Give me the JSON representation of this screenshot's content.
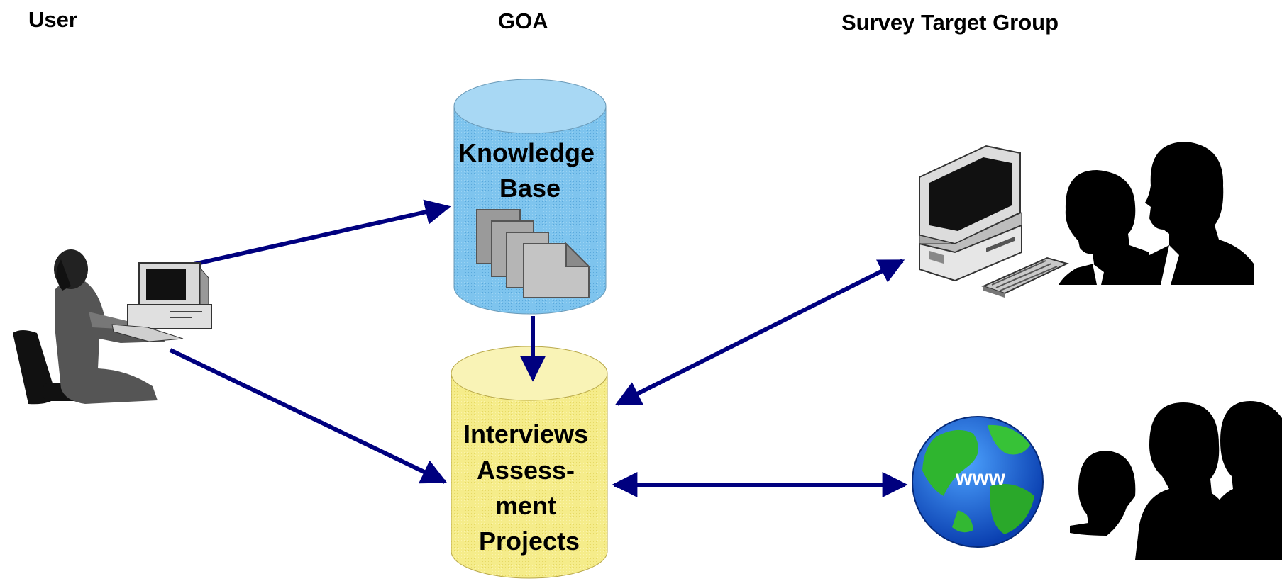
{
  "headings": {
    "user": "User",
    "goa": "GOA",
    "survey": "Survey Target Group"
  },
  "knowledge_base": {
    "lines": [
      "Knowledge",
      "Base"
    ],
    "fill_color": "#7ec4ee",
    "icon": "stacked-documents-icon"
  },
  "interviews": {
    "lines": [
      "Interviews",
      "Assess-",
      "ment",
      "Projects"
    ],
    "fill_color": "#f5ec8a"
  },
  "globe": {
    "label": "www",
    "icon": "globe-icon"
  },
  "icons": {
    "user": "user-at-computer-icon",
    "computer": "desktop-computer-icon",
    "people_business": "business-people-silhouette-icon",
    "people_group": "group-silhouette-icon"
  },
  "arrow_color": "#00007f"
}
